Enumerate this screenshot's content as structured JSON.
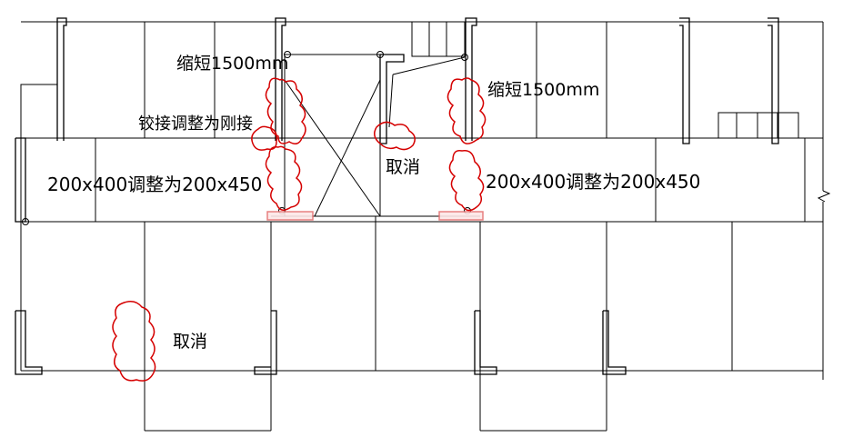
{
  "annotations": {
    "shorten_left": "缩短1500mm",
    "shorten_right": "缩短1500mm",
    "hinge_to_rigid": "铰接调整为刚接",
    "beam_left": "200x400调整为200x450",
    "beam_right": "200x400调整为200x450",
    "cancel_center": "取消",
    "cancel_left": "取消"
  },
  "colors": {
    "line": "#000000",
    "revision_cloud": "#d50000",
    "highlight": "#e57373"
  }
}
